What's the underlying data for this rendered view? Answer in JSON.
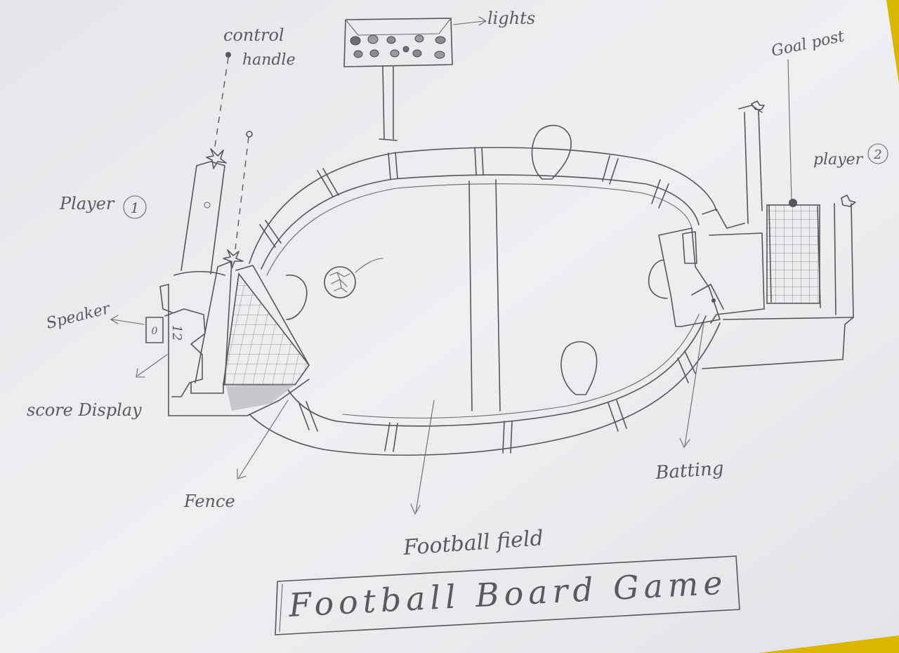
{
  "diagram": {
    "title": "Football Board Game",
    "labels": {
      "control_handle_line1": "control",
      "control_handle_line2": "handle",
      "lights": "lights",
      "goal_post": "Goal post",
      "player_1": "Player",
      "player_1_number": "1",
      "player_2": "player",
      "player_2_number": "2",
      "speaker": "Speaker",
      "score_display": "score Display",
      "fence": "Fence",
      "football_field": "Football field",
      "batting": "Batting"
    },
    "score_values": {
      "left": "0",
      "right": "12"
    },
    "colors": {
      "ink": "#56565a",
      "paper": "#ededf0",
      "background": "#d9b600"
    }
  }
}
